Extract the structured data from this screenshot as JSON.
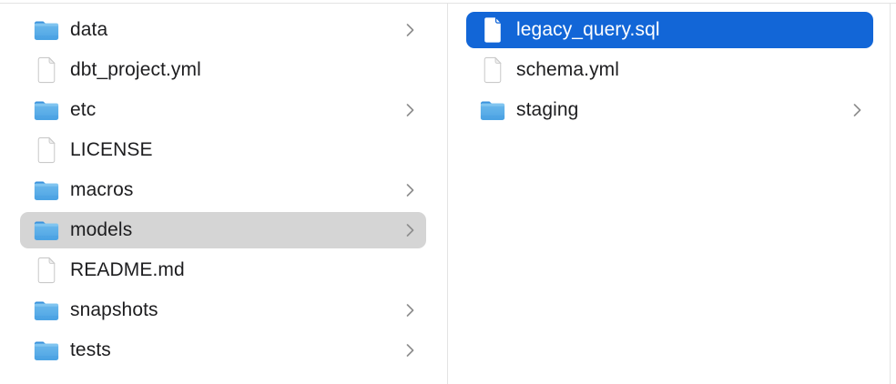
{
  "window": {
    "app": "Finder",
    "view_mode": "column-view"
  },
  "colors": {
    "selection_blue": "#1266d7",
    "selection_gray": "#d5d5d5",
    "divider": "#e3e3e3",
    "text": "#1d1d1f",
    "selected_text": "#ffffff",
    "chevron": "#8e8e8e",
    "folder_blue_top": "#6cb9ec",
    "folder_blue_bottom": "#4da4e4",
    "folder_tab": "#3b93dd"
  },
  "columns": [
    {
      "name": "left-column",
      "items": [
        {
          "label": "data",
          "type": "folder",
          "chevron": true,
          "selected": false,
          "selection_style": null
        },
        {
          "label": "dbt_project.yml",
          "type": "file",
          "chevron": false,
          "selected": false,
          "selection_style": null
        },
        {
          "label": "etc",
          "type": "folder",
          "chevron": true,
          "selected": false,
          "selection_style": null
        },
        {
          "label": "LICENSE",
          "type": "file",
          "chevron": false,
          "selected": false,
          "selection_style": null
        },
        {
          "label": "macros",
          "type": "folder",
          "chevron": true,
          "selected": false,
          "selection_style": null
        },
        {
          "label": "models",
          "type": "folder",
          "chevron": true,
          "selected": true,
          "selection_style": "inactive-gray"
        },
        {
          "label": "README.md",
          "type": "file",
          "chevron": false,
          "selected": false,
          "selection_style": null
        },
        {
          "label": "snapshots",
          "type": "folder",
          "chevron": true,
          "selected": false,
          "selection_style": null
        },
        {
          "label": "tests",
          "type": "folder",
          "chevron": true,
          "selected": false,
          "selection_style": null
        }
      ]
    },
    {
      "name": "right-column",
      "items": [
        {
          "label": "legacy_query.sql",
          "type": "file",
          "chevron": false,
          "selected": true,
          "selection_style": "active-blue"
        },
        {
          "label": "schema.yml",
          "type": "file",
          "chevron": false,
          "selected": false,
          "selection_style": null
        },
        {
          "label": "staging",
          "type": "folder",
          "chevron": true,
          "selected": false,
          "selection_style": null
        }
      ]
    }
  ]
}
